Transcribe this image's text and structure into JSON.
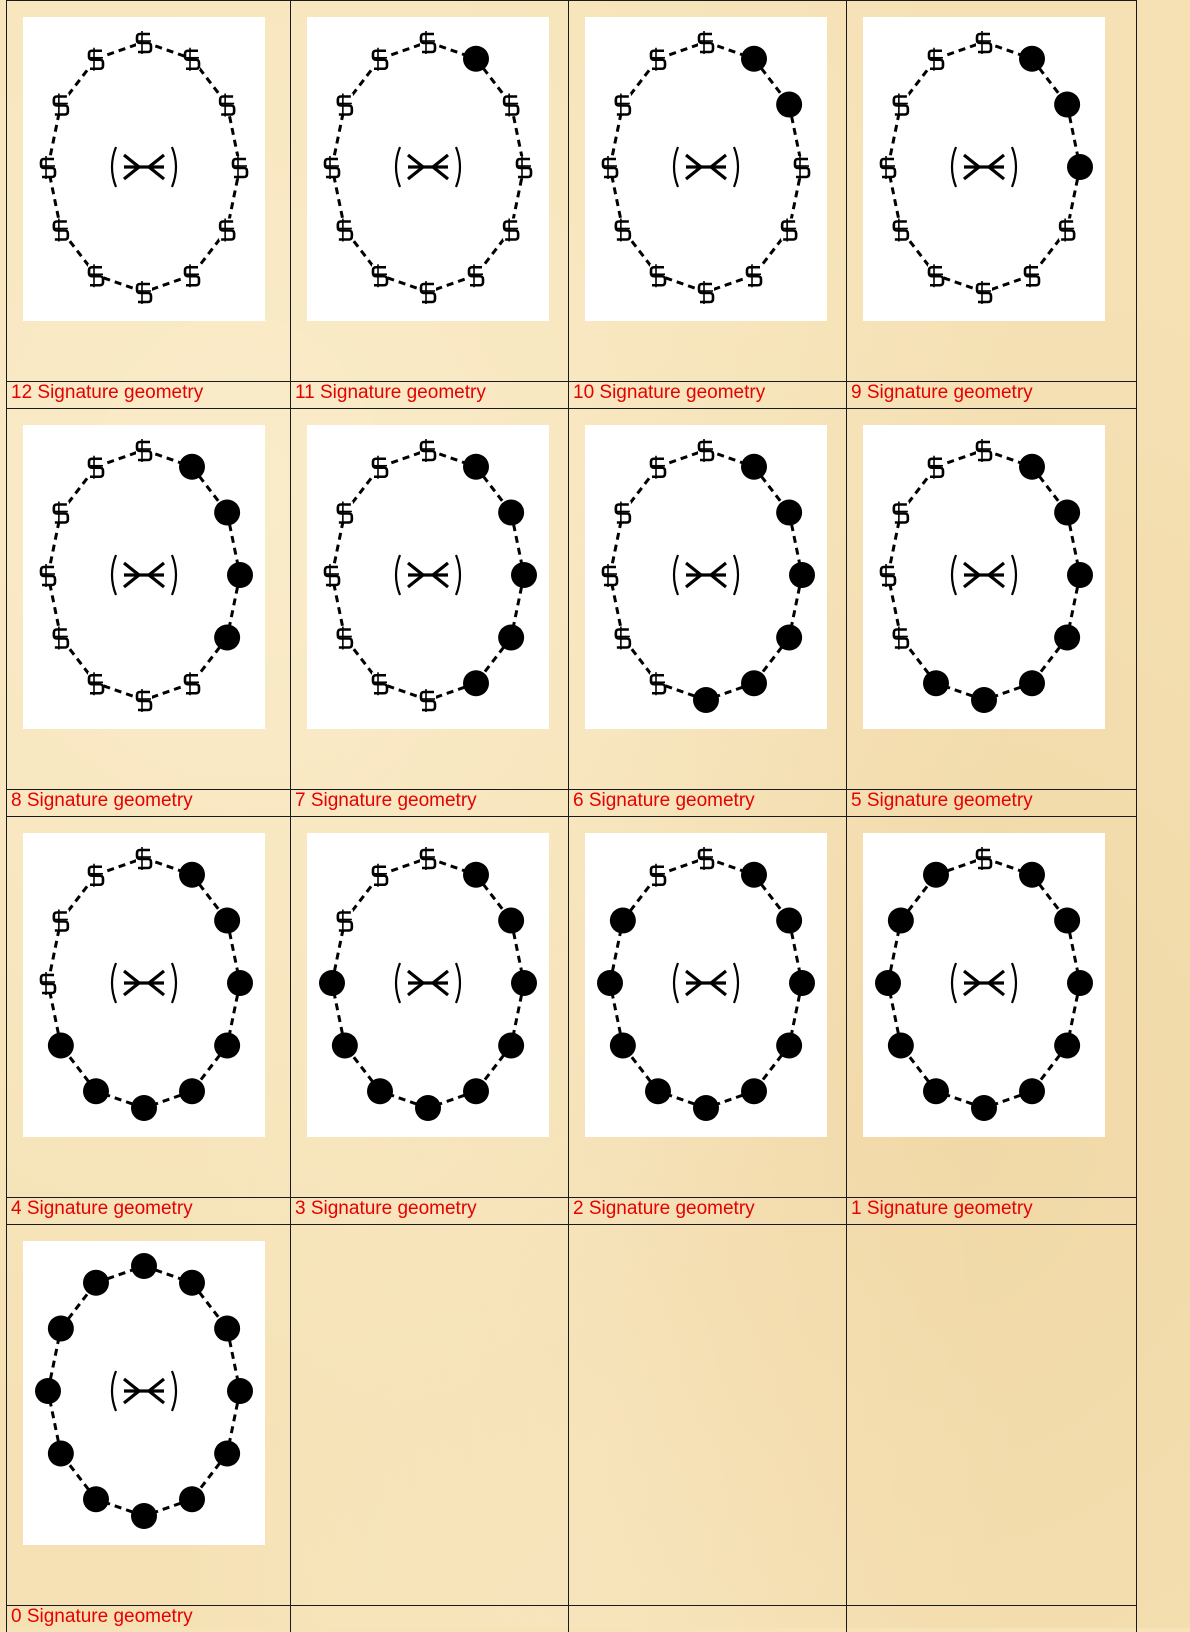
{
  "figures": [
    {
      "caption": "12 Signature geometry",
      "filled": []
    },
    {
      "caption": "11 Signature geometry",
      "filled": [
        1
      ]
    },
    {
      "caption": "10 Signature geometry",
      "filled": [
        1,
        2
      ]
    },
    {
      "caption": "9 Signature geometry",
      "filled": [
        1,
        2,
        3
      ]
    },
    {
      "caption": "8 Signature geometry",
      "filled": [
        1,
        2,
        3,
        4
      ]
    },
    {
      "caption": "7 Signature geometry",
      "filled": [
        1,
        2,
        3,
        4,
        5
      ]
    },
    {
      "caption": "6 Signature geometry",
      "filled": [
        1,
        2,
        3,
        4,
        5,
        6
      ]
    },
    {
      "caption": "5 Signature geometry",
      "filled": [
        1,
        2,
        3,
        4,
        5,
        6,
        7
      ]
    },
    {
      "caption": "4 Signature geometry",
      "filled": [
        1,
        2,
        3,
        4,
        5,
        6,
        7,
        8
      ]
    },
    {
      "caption": "3 Signature geometry",
      "filled": [
        1,
        2,
        3,
        4,
        5,
        6,
        7,
        8,
        9
      ]
    },
    {
      "caption": "2 Signature geometry",
      "filled": [
        1,
        2,
        3,
        4,
        5,
        6,
        7,
        8,
        9,
        10
      ]
    },
    {
      "caption": "1 Signature geometry",
      "filled": [
        1,
        2,
        3,
        4,
        5,
        6,
        7,
        8,
        9,
        10,
        11
      ]
    },
    {
      "caption": "0 Signature geometry",
      "filled": [
        0,
        1,
        2,
        3,
        4,
        5,
        6,
        7,
        8,
        9,
        10,
        11
      ]
    }
  ],
  "colors": {
    "caption": "#e60000",
    "filled_node": "#000000",
    "background": "#f5e1b4",
    "figure_background": "#ffffff"
  },
  "node_icons": {
    "open": "chain-link-icon",
    "closed": "filled-circle-icon",
    "center": "converging-arrows-icon"
  }
}
